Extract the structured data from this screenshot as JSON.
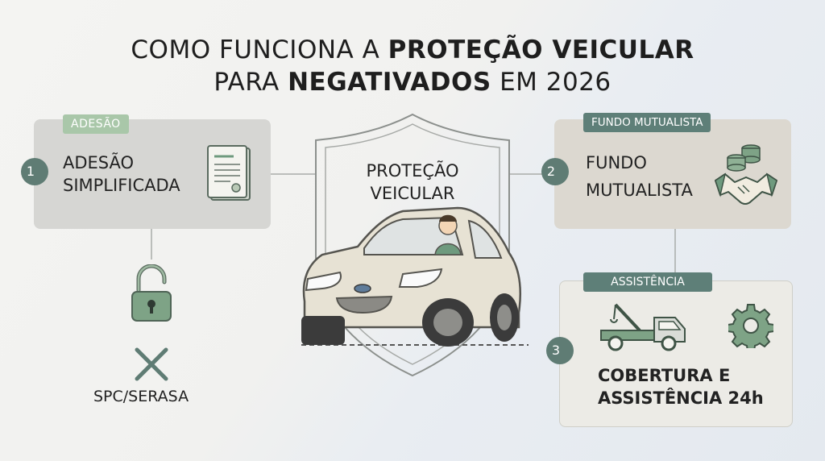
{
  "title": {
    "line1_regular": "COMO FUNCIONA A ",
    "line1_bold": "PROTEÇÃO VEICULAR",
    "line2_regular_start": "PARA ",
    "line2_bold": "NEGATIVADOS",
    "line2_regular_end": " EM 2026"
  },
  "step1": {
    "tag": "ADESÃO",
    "number": "1",
    "text_line1": "ADESÃO",
    "text_line2": "SIMPLIFICADA",
    "icon": "document-icon"
  },
  "step2": {
    "tag": "FUNDO MUTUALISTA",
    "number": "2",
    "text_line1": "FUNDO",
    "text_line2": "MUTUALISTA",
    "icon": "handshake-coins-icon"
  },
  "step3": {
    "tag": "ASSISTÊNCIA",
    "number": "3",
    "text_line1": "COBERTURA E",
    "text_line2": "ASSISTÊNCIA 24h",
    "icons": [
      "tow-truck-icon",
      "gear-icon"
    ]
  },
  "center": {
    "line1": "PROTEÇÃO",
    "line2": "VEICULAR",
    "icon": "shield-car-icon"
  },
  "spc": {
    "label": "SPC/SERASA",
    "icons": [
      "unlocked-padlock-icon",
      "cross-icon"
    ]
  },
  "colors": {
    "accent_green": "#6e9a7e",
    "badge_dark": "#5e7f78",
    "badge_light": "#a9c7a9"
  }
}
